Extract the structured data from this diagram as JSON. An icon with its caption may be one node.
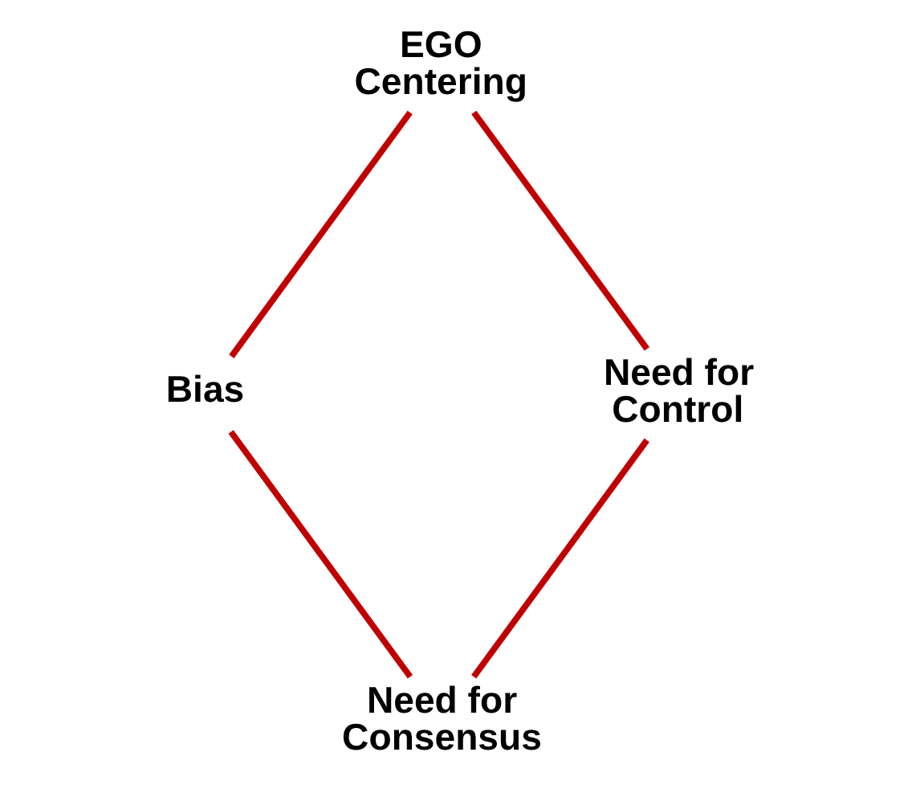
{
  "diagram": {
    "nodes": [
      {
        "text": [
          "EGO Centering"
        ]
      },
      {
        "text": [
          "Bias"
        ]
      },
      {
        "text": [
          "Need for Control"
        ]
      },
      {
        "text": [
          "Need for Consensus"
        ]
      }
    ],
    "edges": [
      {
        "from": 0,
        "to": 2,
        "arrow": "none"
      },
      {
        "from": 2,
        "to": 3,
        "arrow": "none"
      },
      {
        "from": 1,
        "to": 3,
        "arrow": "none"
      },
      {
        "from": 0,
        "to": 1,
        "arrow": "none"
      }
    ]
  }
}
